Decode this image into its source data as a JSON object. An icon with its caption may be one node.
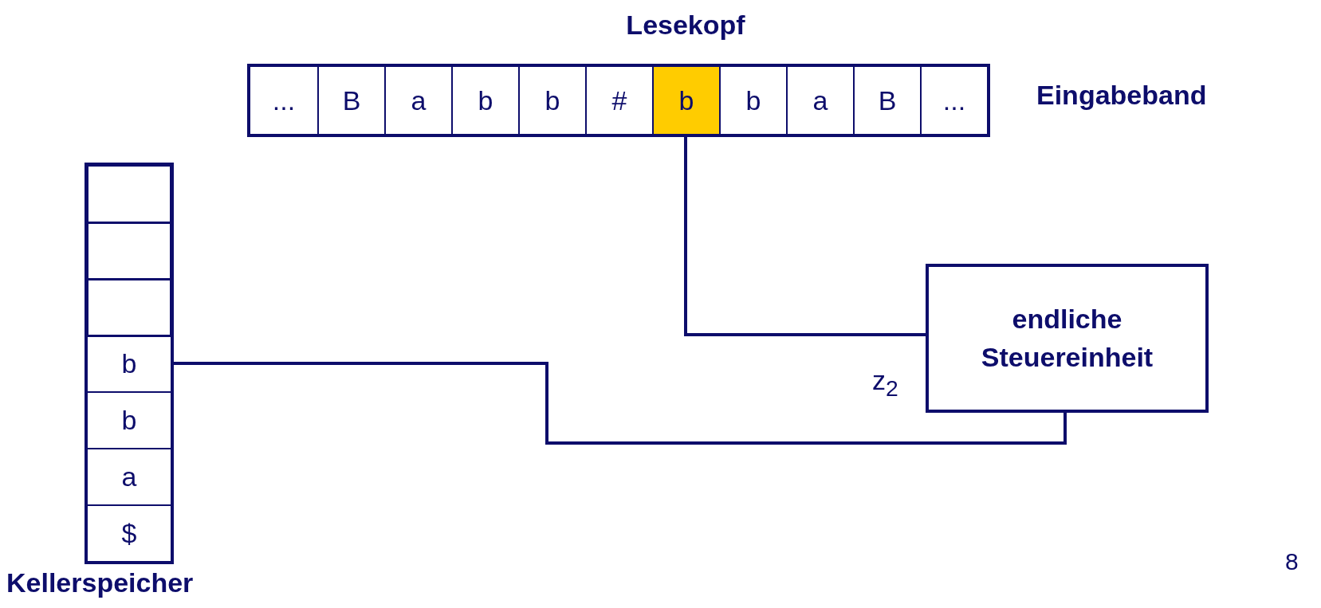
{
  "diagram": {
    "nodes": [
      {
        "text": [],
        "shape": "box",
        "beside": [
          "Eingabeband"
        ]
      },
      {
        "text": [
          "..."
        ],
        "in": 0
      },
      {
        "text": [
          "B"
        ],
        "in": 0
      },
      {
        "text": [
          "a"
        ],
        "in": 0
      },
      {
        "text": [
          "b"
        ],
        "in": 0
      },
      {
        "text": [
          "b"
        ],
        "in": 0
      },
      {
        "text": [
          "#"
        ],
        "in": 0
      },
      {
        "text": [
          "b"
        ],
        "in": 0,
        "beside": [
          "Lesekopf"
        ]
      },
      {
        "text": [
          "b"
        ],
        "in": 0
      },
      {
        "text": [
          "a"
        ],
        "in": 0
      },
      {
        "text": [
          "B"
        ],
        "in": 0
      },
      {
        "text": [
          "..."
        ],
        "in": 0
      },
      {
        "text": [],
        "shape": "box",
        "beside": [
          "Kellerspeicher"
        ]
      },
      {
        "text": [],
        "shape": "box",
        "in": 12
      },
      {
        "text": [],
        "shape": "box",
        "in": 12
      },
      {
        "text": [],
        "shape": "box",
        "in": 12
      },
      {
        "text": [
          "b"
        ],
        "in": 12
      },
      {
        "text": [
          "b"
        ],
        "in": 12
      },
      {
        "text": [
          "a"
        ],
        "in": 12
      },
      {
        "text": [
          "$"
        ],
        "in": 12
      },
      {
        "text": [
          "endliche Steuereinheit"
        ],
        "beside": [
          "z$_{2}$"
        ]
      }
    ],
    "edges": [
      {
        "from": 7,
        "to": 20,
        "arrow": "none"
      },
      {
        "from": 16,
        "to": 20,
        "arrow": "none"
      }
    ],
    "labels": [
      "8"
    ]
  }
}
